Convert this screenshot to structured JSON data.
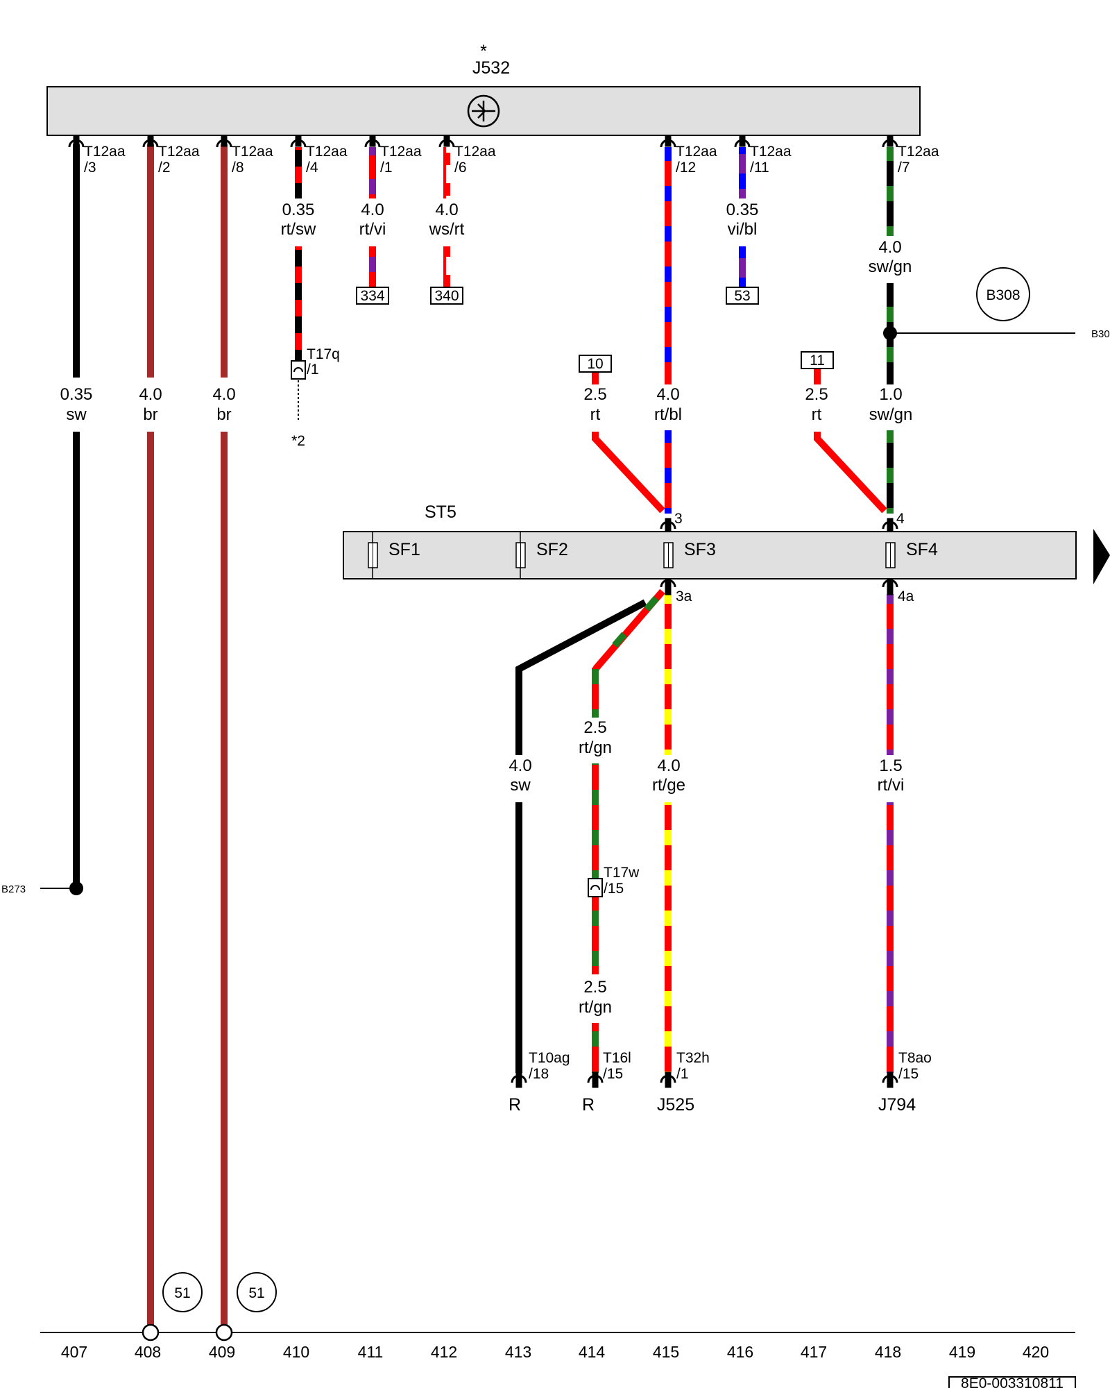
{
  "control_unit": {
    "name": "J532",
    "footnote_mark": "*"
  },
  "connectors_top": [
    {
      "id": "c1",
      "connector": "T12aa",
      "pin": "/3"
    },
    {
      "id": "c2",
      "connector": "T12aa",
      "pin": "/2"
    },
    {
      "id": "c3",
      "connector": "T12aa",
      "pin": "/8"
    },
    {
      "id": "c4",
      "connector": "T12aa",
      "pin": "/4"
    },
    {
      "id": "c5",
      "connector": "T12aa",
      "pin": "/1"
    },
    {
      "id": "c6",
      "connector": "T12aa",
      "pin": "/6"
    },
    {
      "id": "c7",
      "connector": "T12aa",
      "pin": "/12"
    },
    {
      "id": "c8",
      "connector": "T12aa",
      "pin": "/11"
    },
    {
      "id": "c9",
      "connector": "T12aa",
      "pin": "/7"
    }
  ],
  "wire_labels": [
    {
      "id": "w1",
      "size": "0.35",
      "color": "sw"
    },
    {
      "id": "w2",
      "size": "4.0",
      "color": "br"
    },
    {
      "id": "w3",
      "size": "4.0",
      "color": "br"
    },
    {
      "id": "w4",
      "size": "0.35",
      "color": "rt/sw"
    },
    {
      "id": "w5",
      "size": "4.0",
      "color": "rt/vi"
    },
    {
      "id": "w6",
      "size": "4.0",
      "color": "ws/rt"
    },
    {
      "id": "w7",
      "size": "0.35",
      "color": "vi/bl"
    },
    {
      "id": "w8",
      "size": "4.0",
      "color": "sw/gn"
    },
    {
      "id": "w9",
      "size": "2.5",
      "color": "rt"
    },
    {
      "id": "w10",
      "size": "4.0",
      "color": "rt/bl"
    },
    {
      "id": "w11",
      "size": "2.5",
      "color": "rt"
    },
    {
      "id": "w12",
      "size": "1.0",
      "color": "sw/gn"
    },
    {
      "id": "w13",
      "size": "4.0",
      "color": "sw"
    },
    {
      "id": "w14",
      "size": "2.5",
      "color": "rt/gn"
    },
    {
      "id": "w15",
      "size": "4.0",
      "color": "rt/ge"
    },
    {
      "id": "w16",
      "size": "1.5",
      "color": "rt/vi"
    },
    {
      "id": "w17",
      "size": "2.5",
      "color": "rt/gn"
    }
  ],
  "ref_boxes": [
    "334",
    "340",
    "53",
    "10",
    "11"
  ],
  "inline_connectors": [
    {
      "id": "t17q",
      "connector": "T17q",
      "pin": "/1"
    },
    {
      "id": "t17w",
      "connector": "T17w",
      "pin": "/15"
    }
  ],
  "footnote_2": "*2",
  "ground_points": {
    "b308": "B308",
    "b30x": "B30",
    "b273": "B273",
    "g51a": "51",
    "g51b": "51"
  },
  "fuse_holder": {
    "name": "ST5",
    "fuses": [
      "SF1",
      "SF2",
      "SF3",
      "SF4"
    ],
    "pins": [
      "3",
      "4",
      "3a",
      "4a"
    ]
  },
  "bottom_connectors": [
    {
      "id": "b1",
      "connector": "T10ag",
      "pin": "/18",
      "target": "R"
    },
    {
      "id": "b2",
      "connector": "T16l",
      "pin": "/15",
      "target": "R"
    },
    {
      "id": "b3",
      "connector": "T32h",
      "pin": "/1",
      "target": "J525"
    },
    {
      "id": "b4",
      "connector": "T8ao",
      "pin": "/15",
      "target": "J794"
    }
  ],
  "positions": [
    "407",
    "408",
    "409",
    "410",
    "411",
    "412",
    "413",
    "414",
    "415",
    "416",
    "417",
    "418",
    "419",
    "420"
  ],
  "doc_id": "8E0-003310811",
  "colors": {
    "sw": "#000000",
    "br": "#a52a2a",
    "rt": "#ff0000",
    "vi": "#7b1fa2",
    "bl": "#0000ff",
    "gn": "#1e7b1e",
    "ge": "#ffff00",
    "ws": "#ffffff",
    "panel": "#e0e0e0"
  }
}
